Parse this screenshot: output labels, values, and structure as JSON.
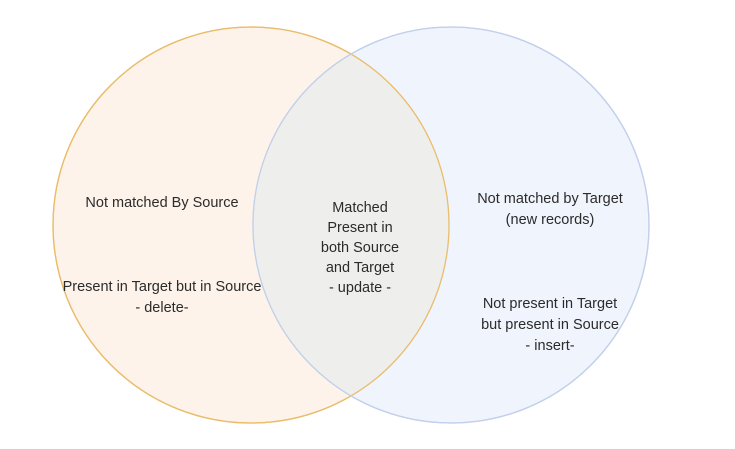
{
  "diagram": {
    "type": "venn",
    "title": "",
    "background_color": "#ffffff",
    "text_color": "#2b2b2b",
    "sets": [
      {
        "id": "not-matched-by-source",
        "position": "left",
        "fill_color": "#fdf3ea",
        "stroke_color": "#e9bd6b",
        "heading": "Not matched By Source",
        "body": "Present in Target but in Source\n- delete-",
        "operation": "delete"
      },
      {
        "id": "not-matched-by-target",
        "position": "right",
        "fill_color": "#f0f4fd",
        "stroke_color": "#c3d0ea",
        "heading": "Not matched by Target\n(new records)",
        "body": "Not present in Target\nbut present in Source\n- insert-",
        "operation": "insert"
      }
    ],
    "intersection": {
      "id": "matched",
      "fill_color": "#eeeeed",
      "text": "Matched\nPresent in\nboth Source\nand Target\n- update -",
      "operation": "update"
    }
  }
}
